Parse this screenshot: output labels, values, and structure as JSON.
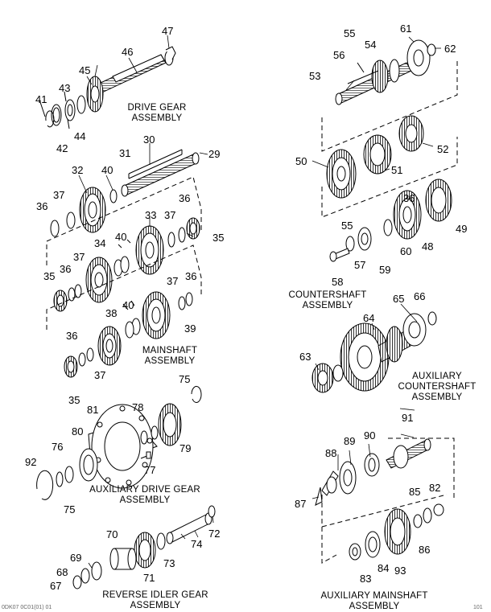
{
  "assemblies": {
    "drive_gear": [
      "DRIVE GEAR",
      "ASSEMBLY"
    ],
    "mainshaft": [
      "MAINSHAFT",
      "ASSEMBLY"
    ],
    "auxiliary_drive_gear": [
      "AUXILIARY DRIVE GEAR",
      "ASSEMBLY"
    ],
    "reverse_idler_gear": [
      "REVERSE IDLER GEAR",
      "ASSEMBLY"
    ],
    "countershaft": [
      "COUNTERSHAFT",
      "ASSEMBLY"
    ],
    "auxiliary_countershaft": [
      "AUXILIARY",
      "COUNTERSHAFT",
      "ASSEMBLY"
    ],
    "auxiliary_mainshaft": [
      "AUXILIARY MAINSHAFT",
      "ASSEMBLY"
    ]
  },
  "callouts": {
    "c47": "47",
    "c46": "46",
    "c45": "45",
    "c43": "43",
    "c41": "41",
    "c42": "42",
    "c44": "44",
    "c30": "30",
    "c31": "31",
    "c29": "29",
    "c32": "32",
    "c40a": "40",
    "c36a": "36",
    "c37a": "37",
    "c33": "33",
    "c37b": "37",
    "c36b": "36",
    "c35a": "35",
    "c34": "34",
    "c40b": "40",
    "c37c": "37",
    "c36c": "36",
    "c35b": "35",
    "c38": "38",
    "c40c": "40",
    "c37d": "37",
    "c36d": "36",
    "c39": "39",
    "c36e": "36",
    "c37e": "37",
    "c35c": "35",
    "c81": "81",
    "c78": "78",
    "c75a": "75",
    "c80": "80",
    "c76": "76",
    "c92": "92",
    "c77": "77",
    "c79": "79",
    "c75b": "75",
    "c70": "70",
    "c72": "72",
    "c74": "74",
    "c69": "69",
    "c68": "68",
    "c67": "67",
    "c73": "73",
    "c71": "71",
    "c55a": "55",
    "c54": "54",
    "c61": "61",
    "c62": "62",
    "c56": "56",
    "c53": "53",
    "c52": "52",
    "c50": "50",
    "c51": "51",
    "c36f": "36",
    "c55b": "55",
    "c60": "60",
    "c48": "48",
    "c49": "49",
    "c58": "58",
    "c57": "57",
    "c59": "59",
    "c65": "65",
    "c66": "66",
    "c64": "64",
    "c63": "63",
    "c91": "91",
    "c88": "88",
    "c89": "89",
    "c90": "90",
    "c87": "87",
    "c85": "85",
    "c82": "82",
    "c86": "86",
    "c83": "83",
    "c84": "84",
    "c93": "93"
  },
  "footer": {
    "left": "0DK07 0C01(01) 01",
    "right": "101"
  }
}
